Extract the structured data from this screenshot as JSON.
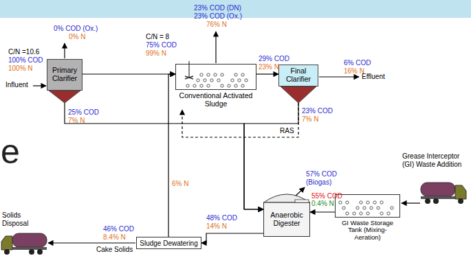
{
  "diagram": {
    "nodes": [
      {
        "text": [
          "Primary Clarifier"
        ]
      },
      {
        "text": [
          "Conventional Activated Sludge"
        ]
      },
      {
        "text": [
          "Final Clarifier"
        ]
      },
      {
        "text": [
          "Anaerobic Digester"
        ]
      },
      {
        "text": [
          "GI Waste Storage Tank (Mixing-Aeration)"
        ]
      },
      {
        "text": [
          "Sludge Dewatering"
        ]
      }
    ],
    "edges": [
      {
        "from": 0,
        "to": 1,
        "arrow": "to"
      },
      {
        "from": 5,
        "to": 1,
        "arrow": "to"
      },
      {
        "from": 2,
        "to": 1,
        "arrow": "to",
        "label": "RAS"
      },
      {
        "from": 2,
        "to": 3,
        "arrow": "to"
      },
      {
        "from": 0,
        "to": 3,
        "arrow": "to"
      },
      {
        "from": 1,
        "to": 2,
        "arrow": "to"
      },
      {
        "from": 3,
        "to": 5,
        "arrow": "to"
      },
      {
        "from": 4,
        "to": 3,
        "arrow": "to"
      }
    ],
    "labels": [
      "Influent",
      "C/N =10.6",
      "100% COD",
      "100% N",
      "0% COD (Ox.)",
      "0% N",
      "C/N = 8",
      "75% COD",
      "99% N",
      "23% COD (DN)",
      "23% COD (Ox.)",
      "76% N",
      "29% COD",
      "23% N",
      "6% COD",
      "16% N",
      "Effluent",
      "25% COD",
      "7% N",
      "23% COD",
      "7% N",
      "6% N",
      "48% COD",
      "14% N",
      "57% COD",
      "(Biogas)",
      "55% COD",
      "0.4% N",
      "Grease Interceptor (GI) Waste Addition",
      "46% COD",
      "8.4% N",
      "Cake Solids",
      "Solids Disposal",
      "e"
    ]
  }
}
